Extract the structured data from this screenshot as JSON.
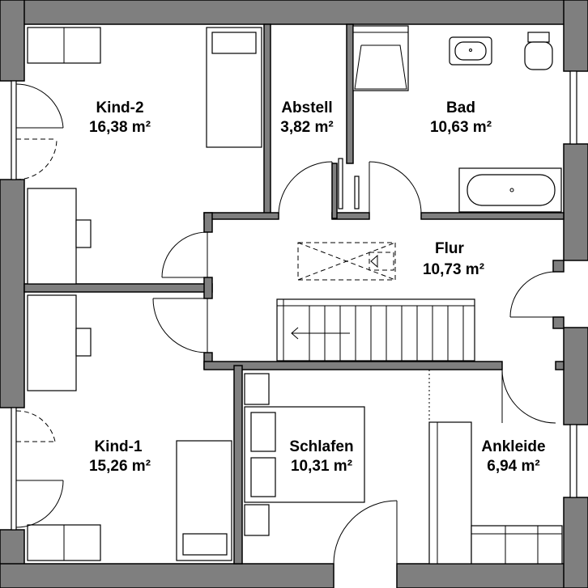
{
  "colors": {
    "wall": "#7f7f7f",
    "line": "#000000",
    "background": "#ffffff"
  },
  "rooms": {
    "kind2": {
      "name": "Kind-2",
      "area": "16,38 m²"
    },
    "abstell": {
      "name": "Abstell",
      "area": "3,82 m²"
    },
    "bad": {
      "name": "Bad",
      "area": "10,63 m²"
    },
    "flur": {
      "name": "Flur",
      "area": "10,73 m²"
    },
    "kind1": {
      "name": "Kind-1",
      "area": "15,26 m²"
    },
    "schlafen": {
      "name": "Schlafen",
      "area": "10,31 m²"
    },
    "ankleide": {
      "name": "Ankleide",
      "area": "6,94 m²"
    }
  }
}
